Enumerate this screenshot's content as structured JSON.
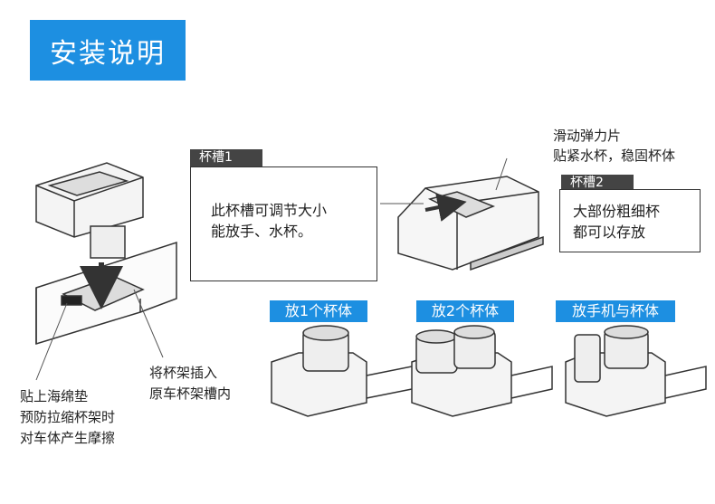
{
  "title": "安装说明",
  "annotations": {
    "cup_slot_1": {
      "tag": "杯槽1",
      "text_lines": [
        "此杯槽可调节大小",
        "能放手、水杯。"
      ]
    },
    "spring": {
      "text_lines": [
        "滑动弹力片",
        "贴紧水杯，稳固杯体"
      ]
    },
    "cup_slot_2": {
      "tag": "杯槽2",
      "text_lines": [
        "大部份粗细杯",
        "都可以存放"
      ]
    },
    "sponge": {
      "text_lines": [
        "贴上海绵垫",
        "预防拉缩杯架时",
        "对车体产生摩擦"
      ]
    },
    "insert": {
      "text_lines": [
        "将杯架插入",
        "原车杯架槽内"
      ]
    }
  },
  "usage_labels": [
    "放1个杯体",
    "放2个杯体",
    "放手机与杯体"
  ],
  "colors": {
    "accent": "#1d8fe1",
    "tag_bg": "#444444",
    "line": "#333333"
  }
}
